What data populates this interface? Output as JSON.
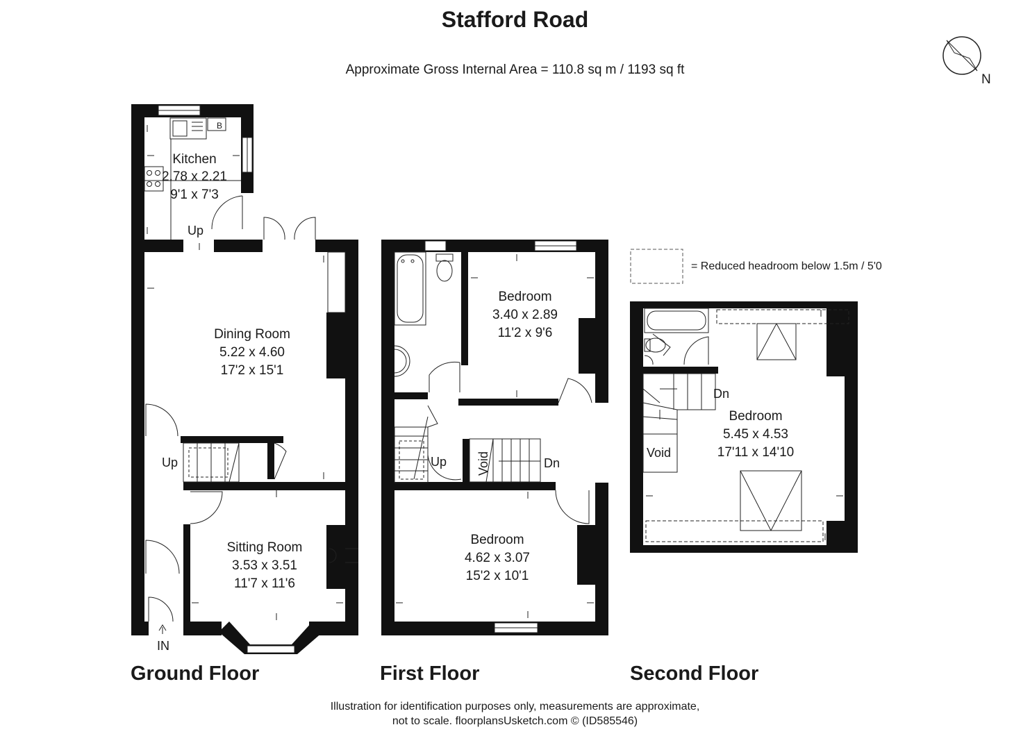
{
  "title": "Stafford Road",
  "subtitle": "Approximate Gross Internal Area = 110.8 sq m / 1193 sq ft",
  "compass": {
    "north_label": "N"
  },
  "legend": {
    "text": "= Reduced headroom below 1.5m / 5'0"
  },
  "floors": {
    "ground": {
      "label": "Ground Floor"
    },
    "first": {
      "label": "First Floor"
    },
    "second": {
      "label": "Second Floor"
    }
  },
  "rooms": {
    "kitchen": {
      "name": "Kitchen",
      "metric": "2.78 x 2.21",
      "imperial": "9'1 x 7'3"
    },
    "dining": {
      "name": "Dining Room",
      "metric": "5.22 x 4.60",
      "imperial": "17'2 x 15'1"
    },
    "sitting": {
      "name": "Sitting Room",
      "metric": "3.53 x 3.51",
      "imperial": "11'7 x 11'6"
    },
    "bed1": {
      "name": "Bedroom",
      "metric": "3.40 x 2.89",
      "imperial": "11'2 x 9'6"
    },
    "bed2": {
      "name": "Bedroom",
      "metric": "4.62 x 3.07",
      "imperial": "15'2 x 10'1"
    },
    "bed3": {
      "name": "Bedroom",
      "metric": "5.45 x 4.53",
      "imperial": "17'11 x 14'10"
    }
  },
  "annotations": {
    "boiler": "B",
    "up_kitchen": "Up",
    "up_ground_stairs": "Up",
    "entrance": "IN",
    "up_first": "Up",
    "dn_first": "Dn",
    "void_first": "Void",
    "dn_second": "Dn",
    "void_second": "Void"
  },
  "footer": {
    "line1": "Illustration for identification purposes only, measurements are approximate,",
    "line2": "not to scale. floorplansUsketch.com © (ID585546)"
  }
}
